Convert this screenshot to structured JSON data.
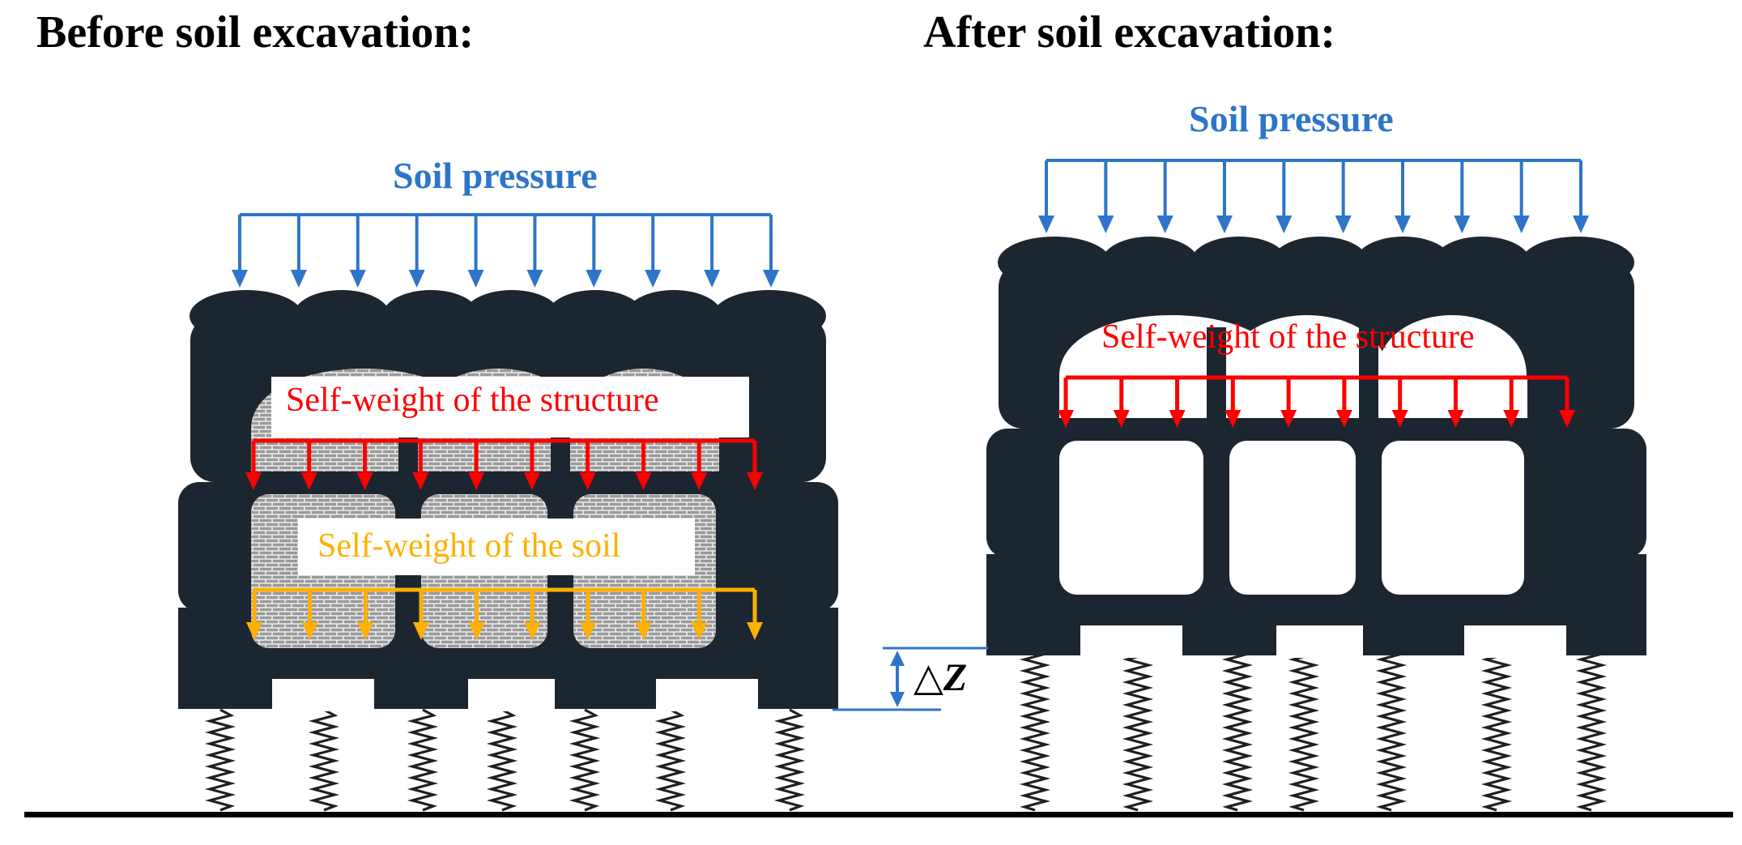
{
  "panels": {
    "before": {
      "heading": "Before soil excavation:",
      "soil_pressure": "Soil pressure",
      "self_weight_structure": "Self-weight  of the structure",
      "self_weight_soil": "Self-weight  of the soil"
    },
    "after": {
      "heading": "After soil excavation:",
      "soil_pressure": "Soil pressure",
      "self_weight_structure": "Self-weight  of the structure"
    }
  },
  "settlement": {
    "symbol": "△",
    "variable": "Z"
  },
  "colors": {
    "structure": "#1c2630",
    "soil_pressure": "#2e75c9",
    "self_weight_structure": "#ff0000",
    "self_weight_soil": "#ffb000",
    "soil_fill": "#9a9a9a",
    "ground": "#000000"
  }
}
